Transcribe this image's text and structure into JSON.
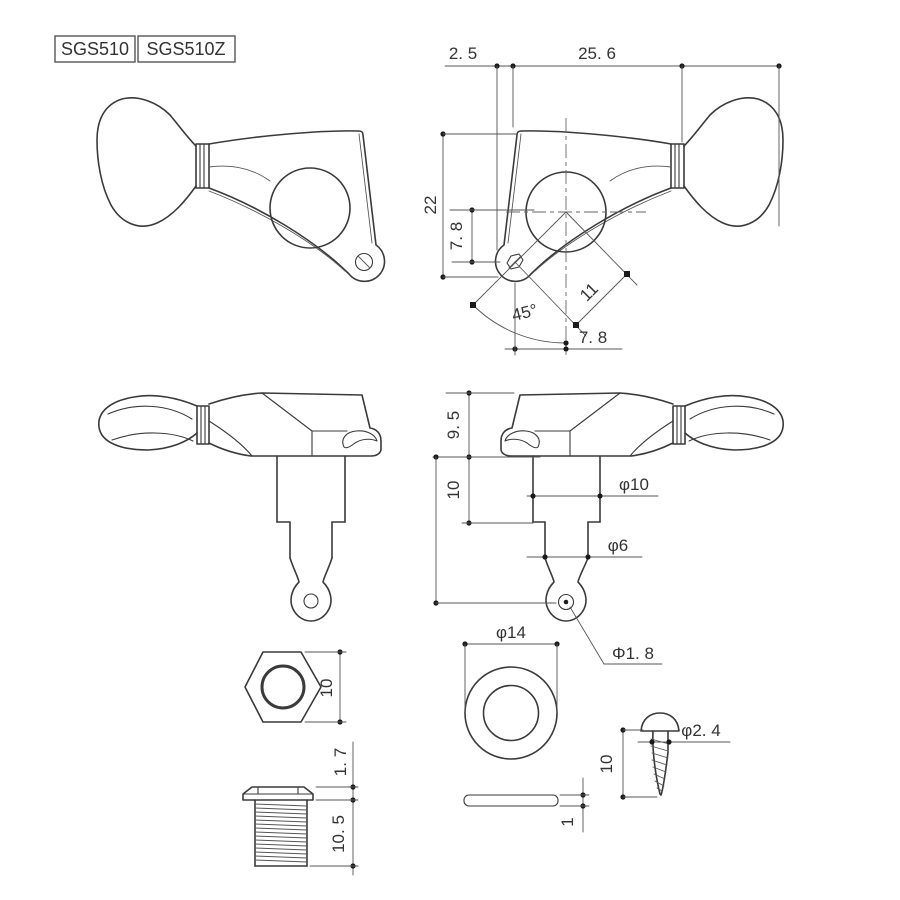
{
  "page": {
    "background": "#ffffff",
    "line_color": "#3a3a3a",
    "description": "Technical dimension drawing of SGS510 / SGS510Z guitar tuning machine heads with hardware parts"
  },
  "model_labels": {
    "model_a": "SGS510",
    "model_b": "SGS510Z"
  },
  "dimensions": {
    "front_view": {
      "lug_overhang": "2. 5",
      "body_length": "25. 6",
      "body_height": "22",
      "hole_drop": "7. 8",
      "angle": "45°",
      "diagonal_pitch": "11",
      "hole_offset": "7. 8"
    },
    "side_view": {
      "housing_height": "9. 5",
      "post_exposed_length": "10",
      "post_diameter": "φ10",
      "shaft_diameter": "φ6",
      "string_hole_diameter": "Φ1. 8"
    },
    "hex_nut": {
      "across_flats": "10"
    },
    "bushing": {
      "flange_height": "1. 7",
      "thread_length": "10. 5"
    },
    "washer": {
      "outer_diameter": "φ14",
      "thickness": "1"
    },
    "screw": {
      "shank_diameter": "φ2. 4",
      "length": "10"
    }
  }
}
